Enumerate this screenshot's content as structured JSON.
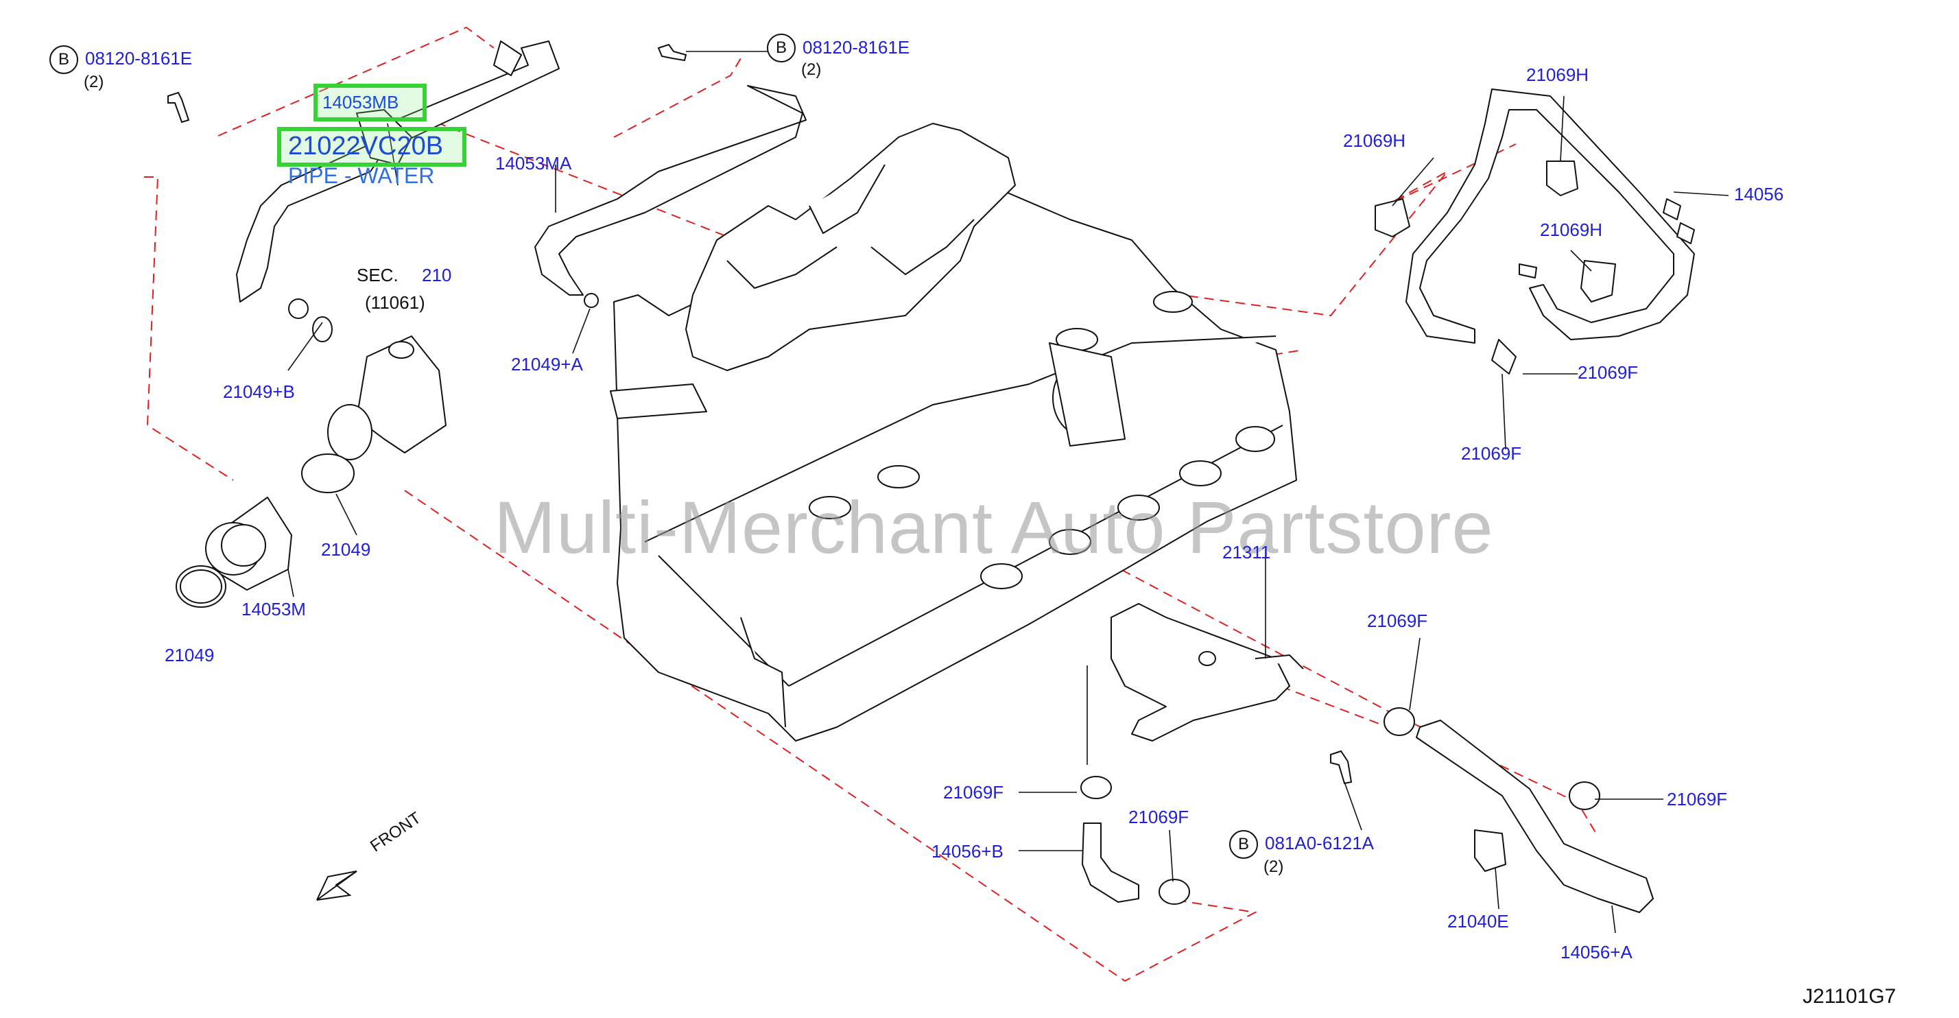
{
  "diagram_id": "J21101G7",
  "watermark": "Multi-Merchant Auto Partstore",
  "front_label": "FRONT",
  "section_ref": {
    "prefix": "SEC.",
    "number": "210",
    "sub": "(11061)"
  },
  "highlight": {
    "part_upper": "14053MB",
    "part_main": "21022VC20B",
    "part_desc": "PIPE - WATER"
  },
  "bolts": {
    "b1": {
      "symbol": "B",
      "part": "08120-8161E",
      "qty": "(2)"
    },
    "b2": {
      "symbol": "B",
      "part": "08120-8161E",
      "qty": "(2)"
    },
    "b3": {
      "symbol": "B",
      "part": "081A0-6121A",
      "qty": "(2)"
    }
  },
  "callouts": {
    "p14053MA": "14053MA",
    "p21049A": "21049+A",
    "p21049B": "21049+B",
    "p21049_1": "21049",
    "p21049_2": "21049",
    "p14053M": "14053M",
    "p21069H_1": "21069H",
    "p21069H_2": "21069H",
    "p21069H_3": "21069H",
    "p14056": "14056",
    "p21069F_1": "21069F",
    "p21069F_2": "21069F",
    "p21311": "21311",
    "p21069F_3": "21069F",
    "p21069F_4": "21069F",
    "p21069F_5": "21069F",
    "p21069F_6": "21069F",
    "p14056B": "14056+B",
    "p21040E": "21040E",
    "p14056A": "14056+A"
  }
}
